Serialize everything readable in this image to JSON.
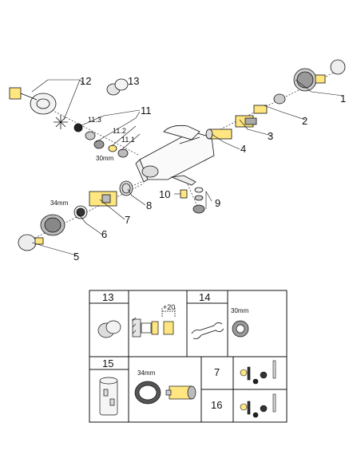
{
  "exploded_view": {
    "callouts": {
      "c1": "1",
      "c2": "2",
      "c3": "3",
      "c4": "4",
      "c5": "5",
      "c6": "6",
      "c7": "7",
      "c8": "8",
      "c9": "9",
      "c10": "10",
      "c11": "11",
      "c11_1": "11.1",
      "c11_2": "11.2",
      "c11_3": "11.3",
      "c12": "12",
      "c13": "13"
    },
    "dims": {
      "wrench_30": "30mm",
      "wrench_34": "34mm"
    }
  },
  "spares_table": {
    "cell_13": "13",
    "cell_plus20": "+20",
    "cell_14": "14",
    "cell_30mm": "30mm",
    "cell_15": "15",
    "cell_34mm": "34mm",
    "cell_7": "7",
    "cell_16": "16"
  }
}
